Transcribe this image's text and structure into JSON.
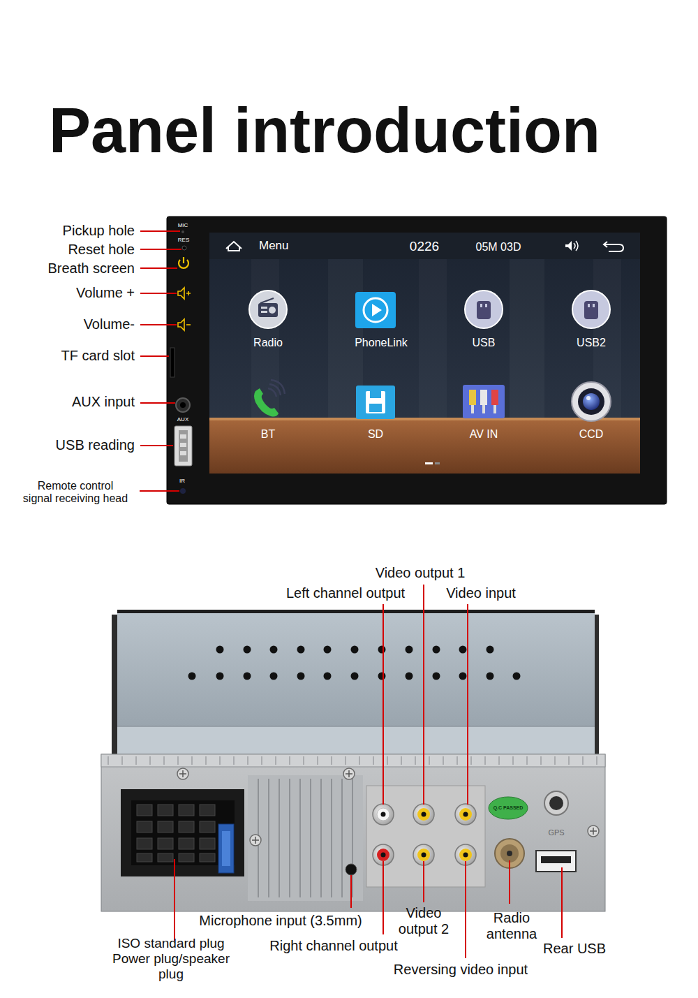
{
  "diagram": {
    "title": "Panel introduction",
    "labels": [
      "MIC",
      "RES",
      "AUX",
      "IR",
      "Menu",
      "0226",
      "05M 03D",
      "Radio",
      "PhoneLink",
      "USB",
      "USB2",
      "BT",
      "SD",
      "AV IN",
      "CCD",
      "Pickup hole",
      "Reset hole",
      "Breath screen",
      "Volume +",
      "Volume-",
      "TF card slot",
      "AUX input",
      "USB reading",
      "Remote control signal receiving head",
      "Video output 1",
      "Left channel output",
      "Video input",
      "Q.C PASSED",
      "GPS",
      "ISO standard plug Power plug/speaker plug",
      "Microphone input (3.5mm)",
      "Right channel output",
      "Video output 2",
      "Radio antenna",
      "Reversing video input",
      "Rear USB"
    ]
  }
}
